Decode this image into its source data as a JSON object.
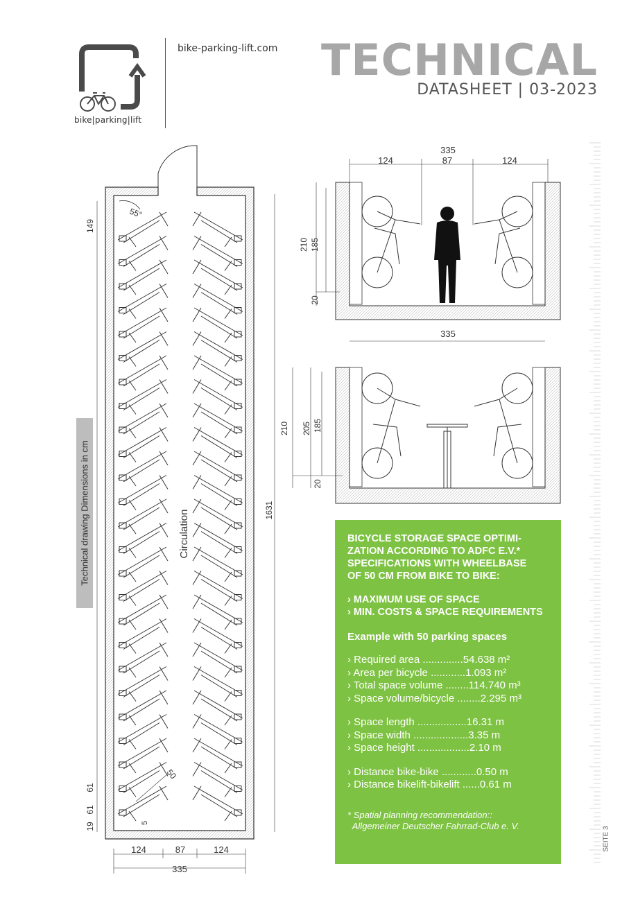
{
  "brand": {
    "url": "bike-parking-lift.com",
    "logo_text": "bike|parking|lift"
  },
  "header": {
    "title": "TECHNICAL",
    "subtitle": "DATASHEET | 03-2023"
  },
  "side_label": "Technical drawing Dimensions in cm",
  "page_label": "SEITE 3",
  "plan": {
    "circulation": "Circulation",
    "angle": "55°",
    "dims": {
      "d149": "149",
      "d1631": "1631",
      "d61a": "61",
      "d61b": "61",
      "d19": "19",
      "d5": "5",
      "d50": "50",
      "bottom_left": "124",
      "bottom_mid": "87",
      "bottom_right": "124",
      "bottom_total": "335"
    }
  },
  "section_top": {
    "total": "335",
    "left": "124",
    "mid": "87",
    "right": "124",
    "h210": "210",
    "h185": "185",
    "h20": "20"
  },
  "section_bottom": {
    "total": "335",
    "h210": "210",
    "h205": "205",
    "h185": "185",
    "h20": "20"
  },
  "info": {
    "heading": "BICYCLE STORAGE SPACE OPTIMI-\nZATION ACCORDING TO ADFC E.V.*\nSPECIFICATIONS WITH WHEELBASE\nOF 50 CM FROM BIKE TO BIKE:",
    "bullets": [
      "› MAXIMUM USE OF SPACE",
      "› MIN. COSTS & SPACE REQUIREMENTS"
    ],
    "example_title": "Example with 50 parking spaces",
    "group1": [
      {
        "label": "› Required area",
        "value": "54.638 m²"
      },
      {
        "label": "› Area per bicycle",
        "value": "1.093 m²"
      },
      {
        "label": "› Total space volume",
        "value": "114.740 m³"
      },
      {
        "label": "› Space volume/bicycle",
        "value": "2.295 m³"
      }
    ],
    "group2": [
      {
        "label": "› Space length",
        "value": "16.31 m"
      },
      {
        "label": "› Space width",
        "value": "3.35 m"
      },
      {
        "label": "› Space height",
        "value": "2.10 m"
      }
    ],
    "group3": [
      {
        "label": "› Distance bike-bike",
        "value": "0.50 m"
      },
      {
        "label": "› Distance bikelift-bikelift",
        "value": "0.61 m"
      }
    ],
    "footnote": "* Spatial planning recommendation::\n  Allgemeiner Deutscher Fahrrad-Club e. V."
  }
}
